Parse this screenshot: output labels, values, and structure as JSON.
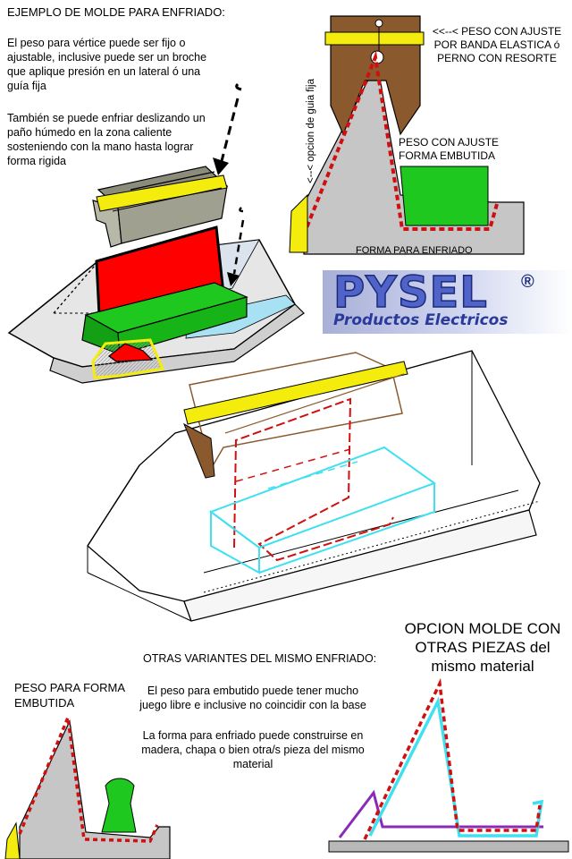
{
  "intro": {
    "title": "EJEMPLO DE MOLDE PARA ENFRIADO:",
    "paragraph1": "El peso para vértice puede ser fijo o ajustable, inclusive puede ser un broche que aplique presión en un lateral ó una guía fija",
    "paragraph2": "También se puede enfriar deslizando un paño húmedo en la zona caliente sosteniendo con la mano hasta lograr forma rigida"
  },
  "top_right_diagram": {
    "weight_label": "<<--< PESO CON AJUSTE POR BANDA ELASTICA ó PERNO CON RESORTE",
    "embutida_label": "PESO CON AJUSTE FORMA EMBUTIDA",
    "forma_label": "FORMA PARA ENFRIADO",
    "guia_label": "<--< opcion de guia fija"
  },
  "logo": {
    "name": "PYSEL",
    "registered": "®",
    "subtitle": "Productos Electricos"
  },
  "otras": {
    "title": "OTRAS VARIANTES DEL MISMO ENFRIADO:",
    "paragraph1": "El peso para embutido puede tener mucho juego libre e inclusive no coincidir con la base",
    "paragraph2": "La forma para enfriado puede construirse en madera, chapa o bien otra/s pieza del mismo material"
  },
  "bottom_left": {
    "label": "PESO PARA FORMA EMBUTIDA"
  },
  "bottom_right": {
    "label": "OPCION MOLDE CON OTRAS PIEZAS del mismo material"
  },
  "colors": {
    "gray": "#c6c6c6",
    "brown": "#8a5a2e",
    "yellow": "#f4ec0c",
    "red": "#ff0000",
    "green": "#1ec81e",
    "cyan": "#40e0f0",
    "purple": "#8a2ab8",
    "dashed_red": "#d01010",
    "logo_blue": "#5063c8"
  }
}
